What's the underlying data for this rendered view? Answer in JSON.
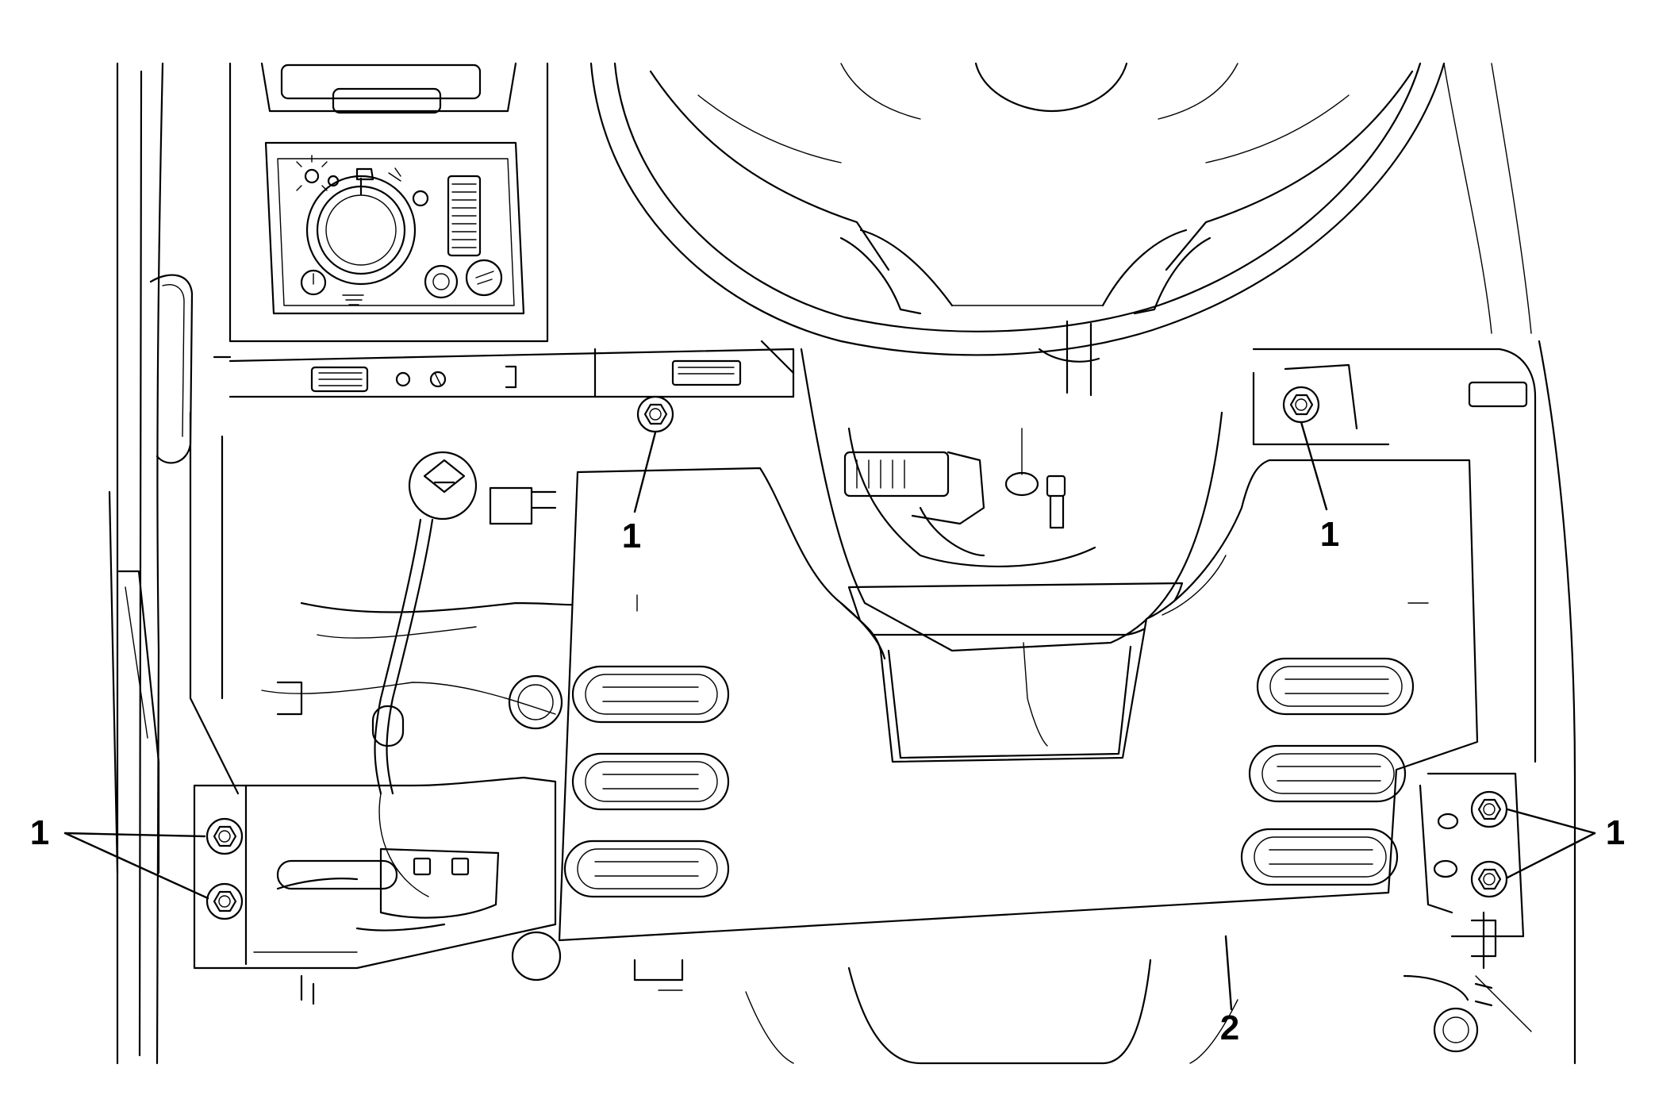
{
  "callouts": [
    {
      "id": "nut-top-left",
      "text": "1"
    },
    {
      "id": "nut-top-right",
      "text": "1"
    },
    {
      "id": "nuts-left-pair",
      "text": "1"
    },
    {
      "id": "nuts-right-pair",
      "text": "1"
    },
    {
      "id": "panel",
      "text": "2"
    }
  ],
  "icons": [
    "headlamp-switch-knob-icon",
    "fog-lamp-icon",
    "dimmer-icon",
    "fastener-nut-icon"
  ],
  "colors": {
    "line": "#000000",
    "background": "#ffffff"
  }
}
